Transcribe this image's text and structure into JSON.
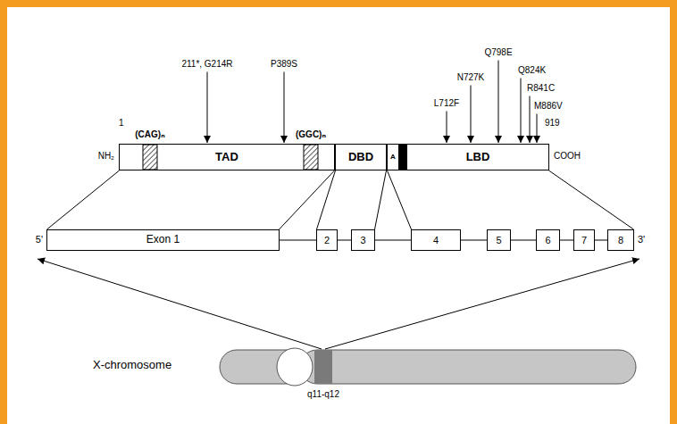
{
  "diagram": {
    "nodes": [
      {
        "text": [
          "TAD"
        ]
      },
      {
        "text": [
          "DBD"
        ]
      },
      {
        "text": [
          "A"
        ]
      },
      {
        "text": [
          "LBD"
        ]
      },
      {
        "text": [
          "Exon 1"
        ]
      },
      {
        "text": [
          "2"
        ]
      },
      {
        "text": [
          "3"
        ]
      },
      {
        "text": [
          "4"
        ]
      },
      {
        "text": [
          "5"
        ]
      },
      {
        "text": [
          "6"
        ]
      },
      {
        "text": [
          "7"
        ]
      },
      {
        "text": [
          "8"
        ]
      }
    ],
    "edges": [
      {
        "from": 0,
        "to": 4,
        "arrow": "none"
      },
      {
        "from": 0,
        "to": 4,
        "arrow": "none"
      },
      {
        "from": 1,
        "to": 5,
        "arrow": "none"
      },
      {
        "from": 1,
        "to": 6,
        "arrow": "none"
      },
      {
        "from": 2,
        "to": 7,
        "arrow": "none"
      },
      {
        "from": 3,
        "to": 11,
        "arrow": "none"
      }
    ],
    "labels": [
      "1",
      "NH₂",
      "(CAG)ₙ",
      "211*, G214R",
      "P389S",
      "(GGC)ₙ",
      "L712F",
      "N727K",
      "Q798E",
      "Q824K",
      "R841C",
      "M886V",
      "919",
      "COOH",
      "5'",
      "3'",
      "X-chromosome",
      "q11-q12"
    ]
  }
}
